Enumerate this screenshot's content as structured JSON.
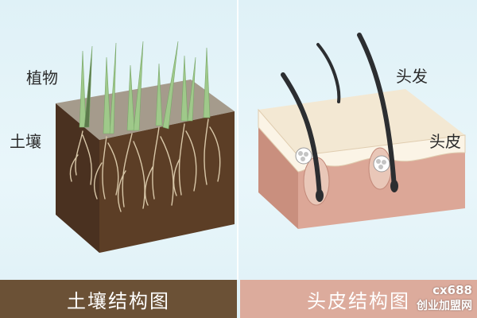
{
  "left": {
    "labels": {
      "plant": "植物",
      "soil": "土壤"
    },
    "caption": "土壤结构图"
  },
  "right": {
    "labels": {
      "hair": "头发",
      "scalp": "头皮"
    },
    "caption": "头皮结构图"
  },
  "watermark": {
    "code": "cx688",
    "site": "创业加盟网"
  },
  "colors": {
    "background": "#e2f2f8",
    "soil_top": "#a59b8c",
    "soil_front": "#5a3c24",
    "soil_side": "#3e2716",
    "grass": "#9fc98a",
    "root": "#d8c7a8",
    "skin_top": "#f3e8d3",
    "skin_front": "#dca797",
    "skin_side": "#c98f7e",
    "hair": "#2c2e31",
    "caption_left_bg": "#6b5136",
    "caption_right_bg": "#dcab9c"
  }
}
